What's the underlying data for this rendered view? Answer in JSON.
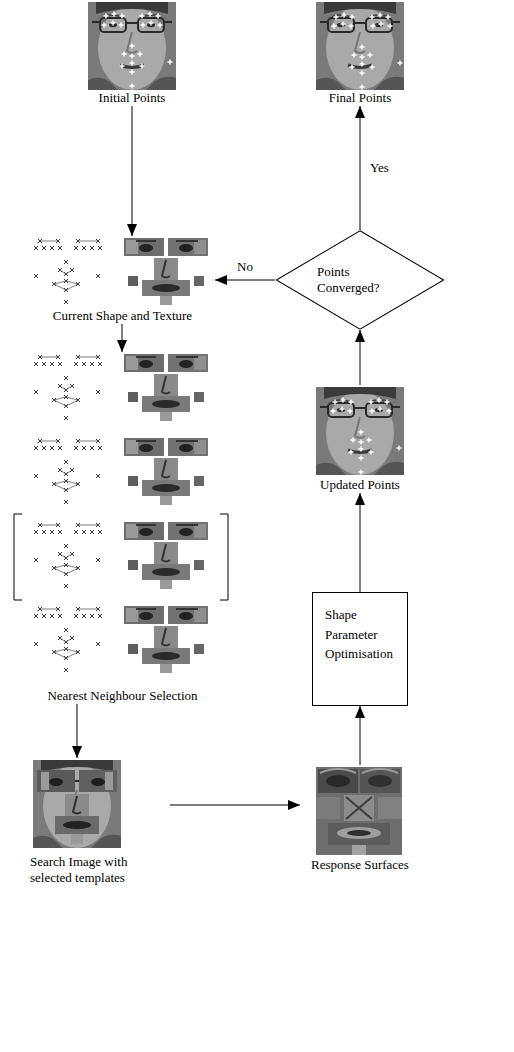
{
  "diagram": {
    "nodes": [
      {
        "text": [
          "Initial Points"
        ]
      },
      {
        "text": [
          "Current Shape and Texture"
        ]
      },
      {
        "text": [
          "Nearest Neighbour Selection"
        ]
      },
      {
        "text": [
          "Search Image with selected templates"
        ]
      },
      {
        "text": [
          "Response Surfaces"
        ]
      },
      {
        "text": [
          "Shape Parameter Optimisation"
        ]
      },
      {
        "text": [
          "Updated Points"
        ]
      },
      {
        "text": [
          "Points Converged?"
        ]
      },
      {
        "text": [
          "Final Points"
        ]
      }
    ],
    "edges": [
      {
        "from": 0,
        "to": 1,
        "arrow": "to"
      },
      {
        "from": 1,
        "to": 2,
        "arrow": "to"
      },
      {
        "from": 2,
        "to": 3,
        "arrow": "to"
      },
      {
        "from": 3,
        "to": 4,
        "arrow": "to"
      },
      {
        "from": 4,
        "to": 5,
        "arrow": "to"
      },
      {
        "from": 5,
        "to": 6,
        "arrow": "to"
      },
      {
        "from": 6,
        "to": 7,
        "arrow": "to"
      },
      {
        "from": 7,
        "to": 8,
        "arrow": "to",
        "label": "Yes"
      },
      {
        "from": 7,
        "to": 1,
        "arrow": "to",
        "label": "No"
      }
    ]
  }
}
